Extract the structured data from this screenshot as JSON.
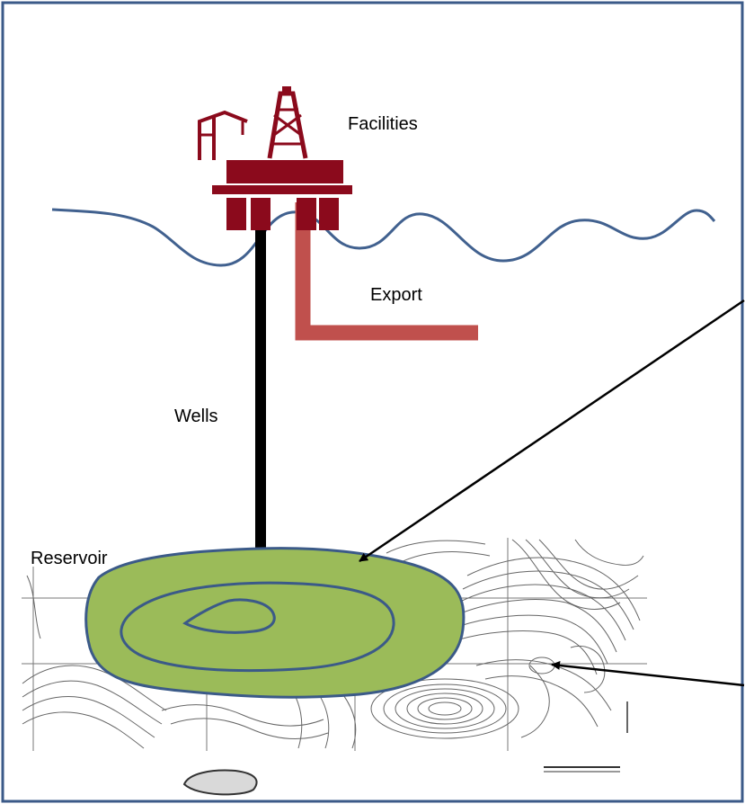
{
  "labels": {
    "facilities": "Facilities",
    "export": "Export",
    "wells": "Wells",
    "reservoir": "Reservoir"
  },
  "colors": {
    "frame": "#3b5a88",
    "sea_line": "#41618f",
    "platform": "#8b0a1c",
    "export_pipe": "#c0504d",
    "well": "#000000",
    "reservoir_fill": "#9bbb59",
    "reservoir_outline": "#3b5a88",
    "map_lines": "#666666"
  },
  "icons": {
    "platform": "offshore-platform-icon",
    "contour_map": "contour-map-image"
  }
}
